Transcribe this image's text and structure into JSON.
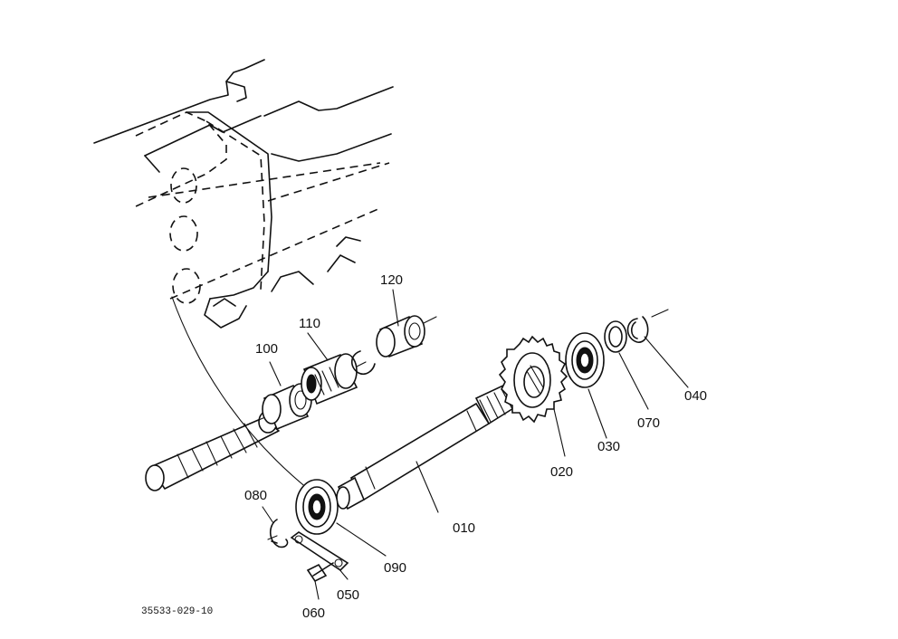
{
  "parts": [
    {
      "id": "010",
      "label": "010"
    },
    {
      "id": "020",
      "label": "020"
    },
    {
      "id": "030",
      "label": "030"
    },
    {
      "id": "040",
      "label": "040"
    },
    {
      "id": "050",
      "label": "050"
    },
    {
      "id": "060",
      "label": "060"
    },
    {
      "id": "070",
      "label": "070"
    },
    {
      "id": "080",
      "label": "080"
    },
    {
      "id": "090",
      "label": "090"
    },
    {
      "id": "100",
      "label": "100"
    },
    {
      "id": "110",
      "label": "110"
    },
    {
      "id": "120",
      "label": "120"
    }
  ],
  "drawing_number": "35533-029-10"
}
